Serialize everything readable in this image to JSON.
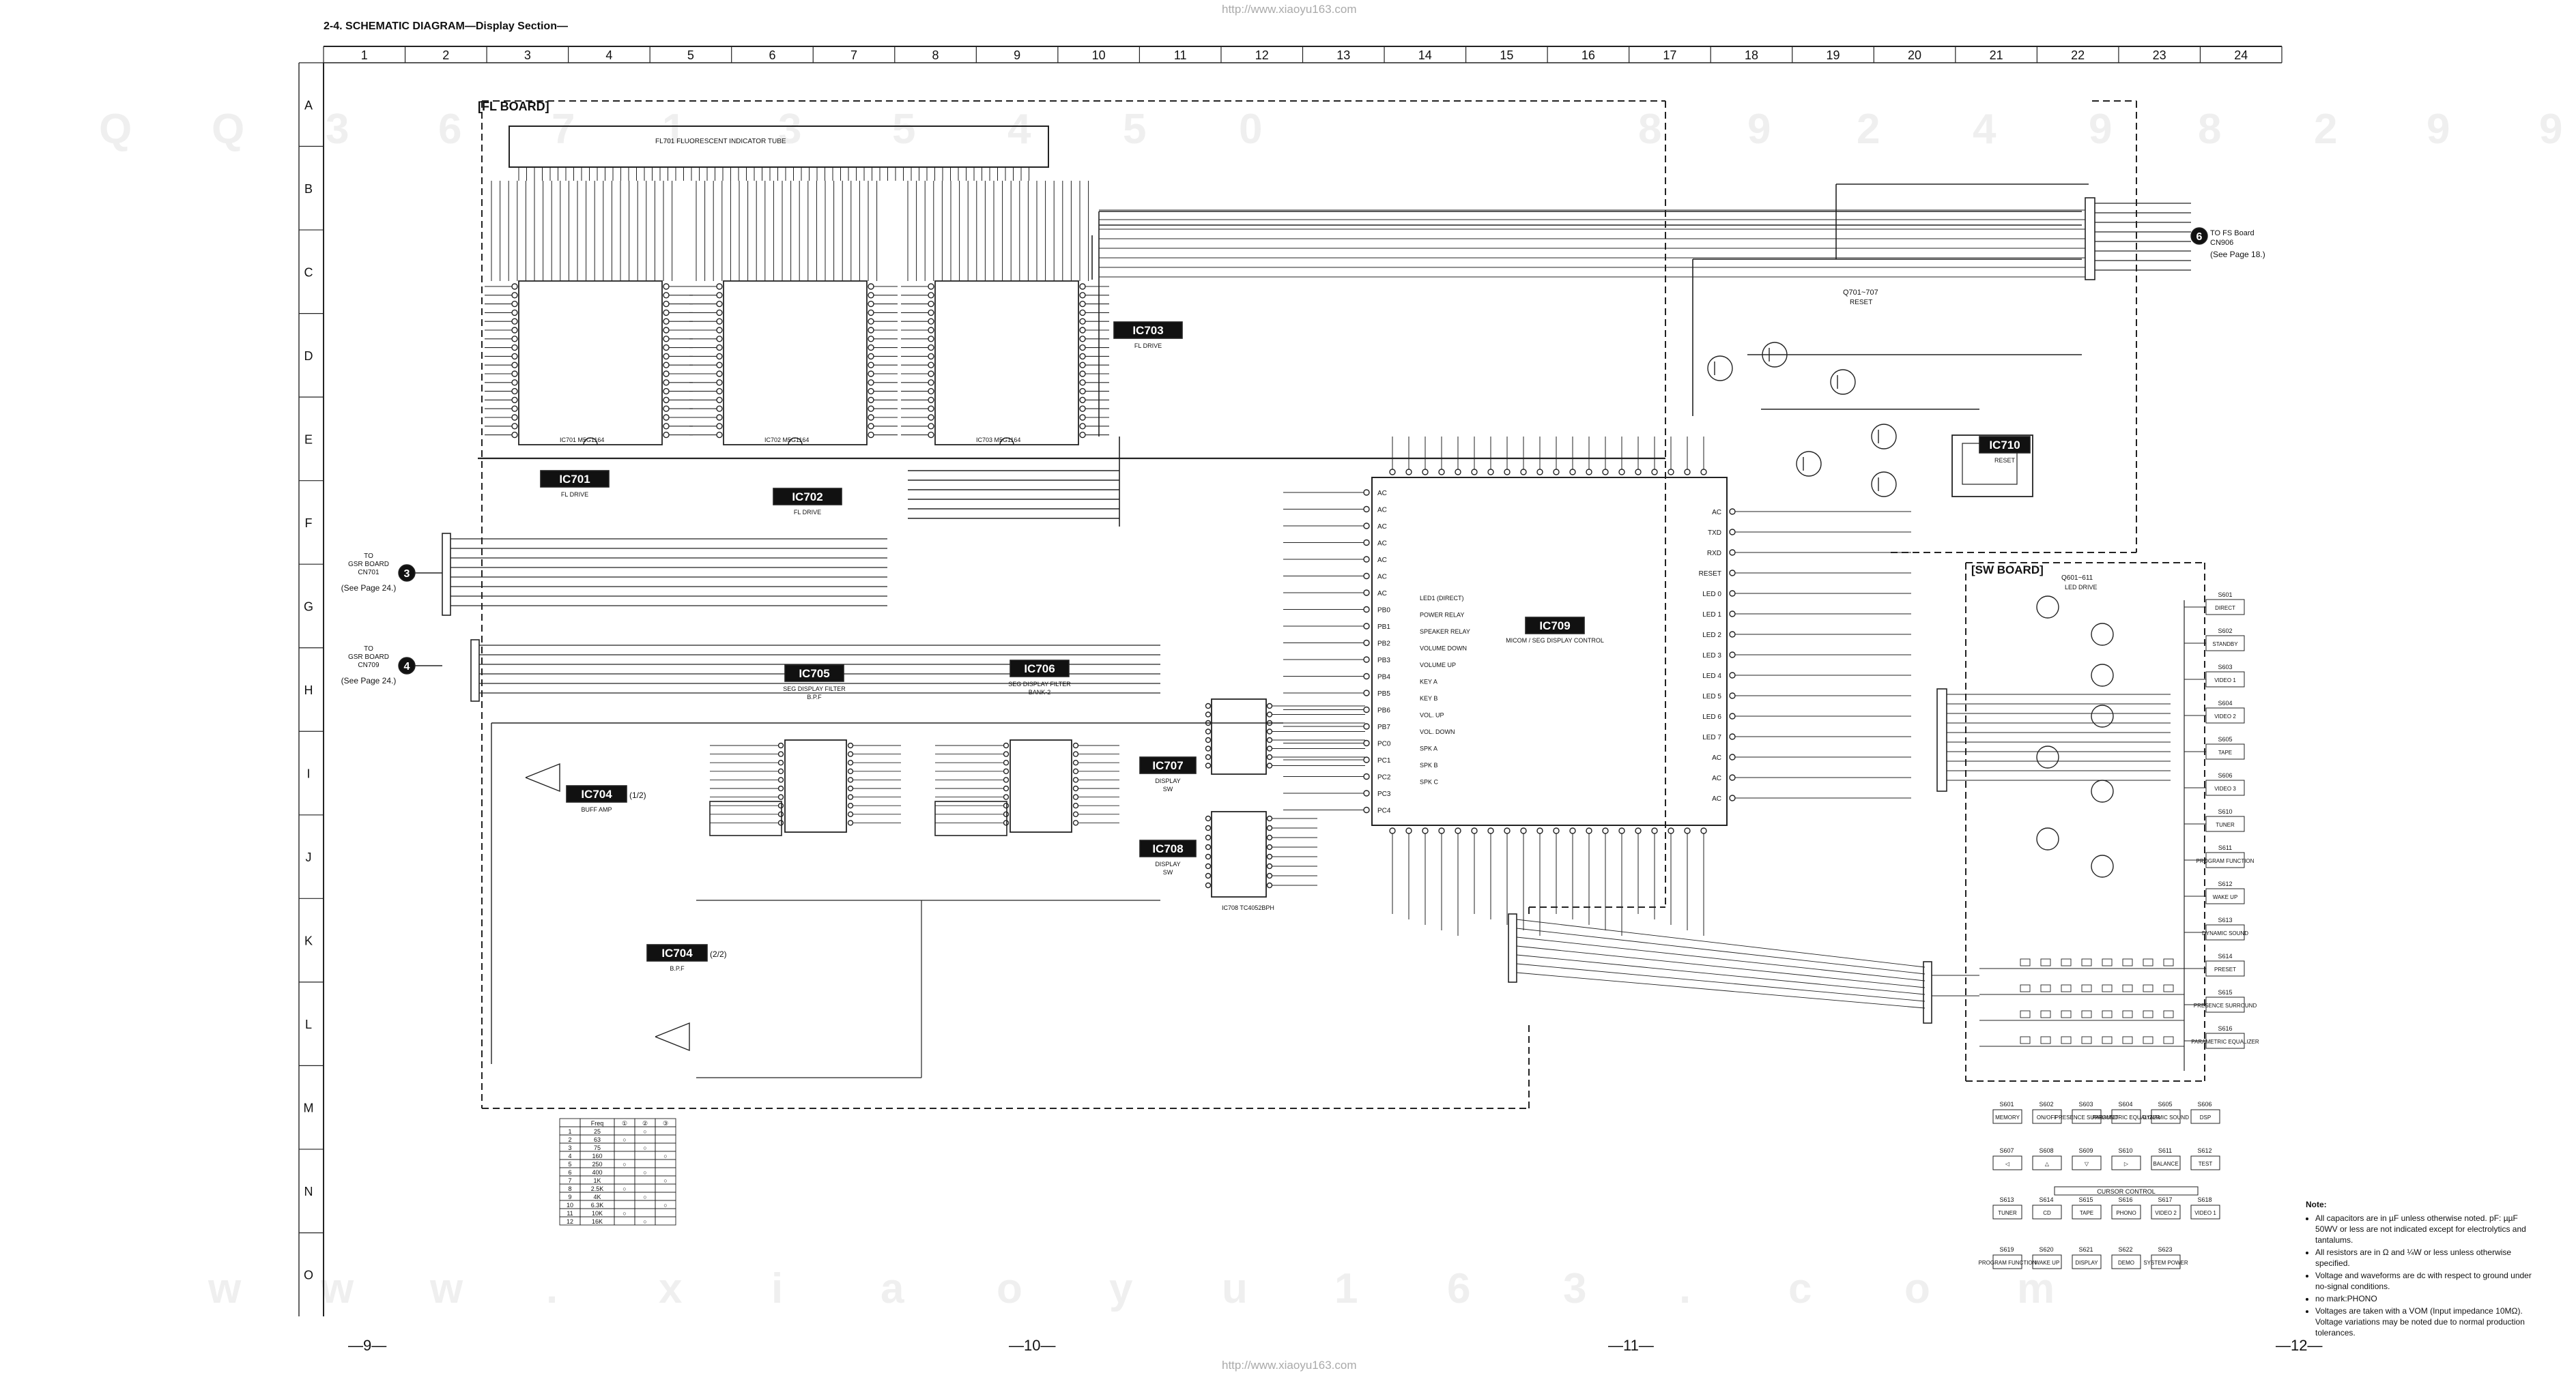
{
  "header": {
    "title": "2-4. SCHEMATIC DIAGRAM—Display Section—",
    "url": "http://www.xiaoyu163.com"
  },
  "grid": {
    "columns": [
      "1",
      "2",
      "3",
      "4",
      "5",
      "6",
      "7",
      "8",
      "9",
      "10",
      "11",
      "12",
      "13",
      "14",
      "15",
      "16",
      "17",
      "18",
      "19",
      "20",
      "21",
      "22",
      "23",
      "24"
    ],
    "rows": [
      "A",
      "B",
      "C",
      "D",
      "E",
      "F",
      "G",
      "H",
      "I",
      "J",
      "K",
      "L",
      "M",
      "N",
      "O"
    ]
  },
  "watermark": {
    "top": [
      "Q",
      "Q",
      "3",
      "6",
      "7",
      "1",
      "3",
      "5",
      "4",
      "5",
      "0",
      "8",
      "9",
      "2",
      "4",
      "9",
      "8",
      "2",
      "9",
      "9"
    ],
    "bottom": [
      "w",
      "w",
      "w",
      ".",
      "x",
      "i",
      "a",
      "o",
      "y",
      "u",
      "1",
      "6",
      "3",
      ".",
      "c",
      "o",
      "m"
    ]
  },
  "boards": {
    "fl": "[FL BOARD]",
    "sw": "[SW BOARD]"
  },
  "fl_tube": "FL701  FLUORESCENT INDICATOR TUBE",
  "ics": {
    "ic701": {
      "name": "IC701",
      "desc": "FL DRIVE",
      "part": "IC701 M5G1164"
    },
    "ic702": {
      "name": "IC702",
      "desc": "FL DRIVE",
      "part": "IC702 M5G1164"
    },
    "ic703": {
      "name": "IC703",
      "desc": "FL DRIVE",
      "part": "IC703 M5G1164"
    },
    "ic704a": {
      "name": "IC704",
      "suffix": "(1/2)",
      "desc": "BUFF AMP"
    },
    "ic704b": {
      "name": "IC704",
      "suffix": "(2/2)",
      "desc": "B.P.F"
    },
    "ic705": {
      "name": "IC705",
      "desc": "SEG DISPLAY FILTER",
      "sub": "B.P.F"
    },
    "ic706": {
      "name": "IC706",
      "desc": "SEG DISPLAY FILTER",
      "sub": "BANK-2"
    },
    "ic707": {
      "name": "IC707",
      "desc": "DISPLAY",
      "sub": "SW"
    },
    "ic708": {
      "name": "IC708",
      "desc": "DISPLAY",
      "sub": "SW",
      "part": "IC708 TC4052BPH"
    },
    "ic709": {
      "name": "IC709",
      "desc": "MICOM / SEG DISPLAY CONTROL"
    },
    "ic710": {
      "name": "IC710",
      "desc": "RESET"
    }
  },
  "connectors": {
    "g_main": {
      "num": "3",
      "lines": [
        "TO",
        "GSR BOARD",
        "CN701"
      ],
      "page": "(See Page 24.)"
    },
    "h_main": {
      "num": "4",
      "lines": [
        "TO",
        "GSR BOARD",
        "CN709"
      ],
      "page": "(See Page 24.)"
    },
    "c_right": {
      "num": "6",
      "lines": [
        "TO FS Board",
        "CN906"
      ],
      "page": "(See Page 18.)"
    }
  },
  "labels": {
    "q701": "Q701~707",
    "reset": "RESET",
    "q601": "Q601~611",
    "led_drive": "LED DRIVE",
    "cursor_control": "CURSOR CONTROL"
  },
  "ic709_pins_left": [
    "AC",
    "AC",
    "AC",
    "AC",
    "AC",
    "AC",
    "AC",
    "PB0",
    "PB1",
    "PB2",
    "PB3",
    "PB4",
    "PB5",
    "PB6",
    "PB7",
    "PC0",
    "PC1",
    "PC2",
    "PC3",
    "PC4"
  ],
  "ic709_pins_right": [
    "AC",
    "TXD",
    "RXD",
    "RESET",
    "LED 0",
    "LED 1",
    "LED 2",
    "LED 3",
    "LED 4",
    "LED 5",
    "LED 6",
    "LED 7",
    "AC",
    "AC",
    "AC"
  ],
  "ic709_funcs": [
    "LED1 (DIRECT)",
    "POWER RELAY",
    "SPEAKER RELAY",
    "VOLUME DOWN",
    "VOLUME UP",
    "KEY A",
    "KEY B",
    "VOL. UP",
    "VOL. DOWN",
    "SPK A",
    "SPK B",
    "SPK C"
  ],
  "sw_right_keys": [
    {
      "ref": "S601",
      "label": "DIRECT"
    },
    {
      "ref": "S602",
      "label": "STANDBY"
    },
    {
      "ref": "S603",
      "label": "VIDEO 1"
    },
    {
      "ref": "S604",
      "label": "VIDEO 2"
    },
    {
      "ref": "S605",
      "label": "TAPE"
    },
    {
      "ref": "S606",
      "label": "VIDEO 3"
    },
    {
      "ref": "S610",
      "label": "TUNER"
    },
    {
      "ref": "S611",
      "label": "PROGRAM FUNCTION"
    },
    {
      "ref": "S612",
      "label": "WAKE UP"
    },
    {
      "ref": "S613",
      "label": "DYNAMIC SOUND"
    },
    {
      "ref": "S614",
      "label": "PRESET"
    },
    {
      "ref": "S615",
      "label": "PRESENCE SURROUND"
    },
    {
      "ref": "S616",
      "label": "PARAMETRIC EQUALIZER"
    }
  ],
  "sw_row1": [
    {
      "ref": "S601",
      "label": "MEMORY"
    },
    {
      "ref": "S602",
      "label": "ON/OFF"
    },
    {
      "ref": "S603",
      "label": "PRESENCE SURROUND"
    },
    {
      "ref": "S604",
      "label": "PARAMETRIC EQUALIZER"
    },
    {
      "ref": "S605",
      "label": "DYNAMIC SOUND"
    },
    {
      "ref": "S606",
      "label": "DSP"
    }
  ],
  "sw_row2": [
    {
      "ref": "S607",
      "label": "◁"
    },
    {
      "ref": "S608",
      "label": "△"
    },
    {
      "ref": "S609",
      "label": "▽"
    },
    {
      "ref": "S610",
      "label": "▷"
    },
    {
      "ref": "S611",
      "label": "BALANCE"
    },
    {
      "ref": "S612",
      "label": "TEST"
    }
  ],
  "sw_row3": [
    {
      "ref": "S613",
      "label": "TUNER"
    },
    {
      "ref": "S614",
      "label": "CD"
    },
    {
      "ref": "S615",
      "label": "TAPE"
    },
    {
      "ref": "S616",
      "label": "PHONO"
    },
    {
      "ref": "S617",
      "label": "VIDEO 2"
    },
    {
      "ref": "S618",
      "label": "VIDEO 1"
    }
  ],
  "sw_row4": [
    {
      "ref": "S619",
      "label": "PROGRAM FUNCTION"
    },
    {
      "ref": "S620",
      "label": "WAKE UP"
    },
    {
      "ref": "S621",
      "label": "DISPLAY"
    },
    {
      "ref": "S622",
      "label": "DEMO"
    },
    {
      "ref": "S623",
      "label": "SYSTEM POWER"
    }
  ],
  "table": {
    "headers": [
      "",
      "Freq",
      "①",
      "②",
      "③"
    ],
    "rows": [
      [
        "1",
        "25",
        "",
        "○",
        ""
      ],
      [
        "2",
        "63",
        "○",
        "",
        ""
      ],
      [
        "3",
        "75",
        "",
        "○",
        ""
      ],
      [
        "4",
        "160",
        "",
        "",
        "○"
      ],
      [
        "5",
        "250",
        "○",
        "",
        ""
      ],
      [
        "6",
        "400",
        "",
        "○",
        ""
      ],
      [
        "7",
        "1K",
        "",
        "",
        "○"
      ],
      [
        "8",
        "2.5K",
        "○",
        "",
        ""
      ],
      [
        "9",
        "4K",
        "",
        "○",
        ""
      ],
      [
        "10",
        "6.3K",
        "",
        "",
        "○"
      ],
      [
        "11",
        "10K",
        "○",
        "",
        ""
      ],
      [
        "12",
        "16K",
        "",
        "○",
        ""
      ]
    ]
  },
  "notes": {
    "title": "Note:",
    "items": [
      "All capacitors are in µF unless otherwise noted. pF: µµF 50WV or less are not indicated except for electrolytics and tantalums.",
      "All resistors are in Ω and ¼W or less unless otherwise specified.",
      "Voltage and waveforms are dc with respect to ground under no-signal conditions.",
      "no mark:PHONO",
      "Voltages are taken with a VOM (Input impedance 10MΩ). Voltage variations may be noted due to normal production tolerances."
    ]
  },
  "page_numbers": [
    "—9—",
    "—10—",
    "—11—",
    "—12—"
  ]
}
